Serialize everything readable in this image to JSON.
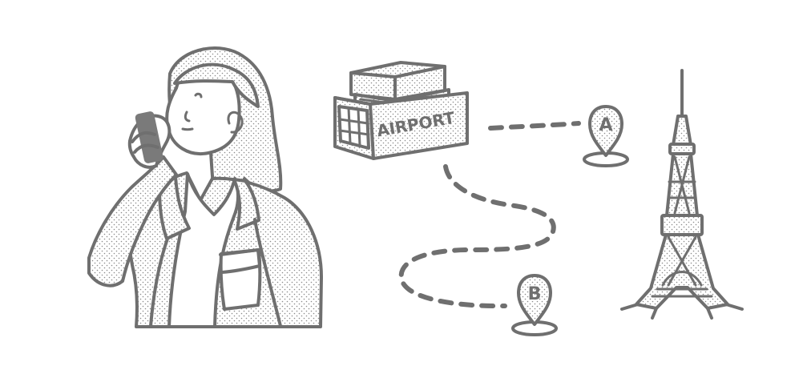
{
  "illustration": {
    "building_sign": "AIRPORT",
    "pin_a_label": "A",
    "pin_b_label": "B"
  },
  "colors": {
    "ink": "#6f6f6f",
    "background": "#ffffff",
    "stipple": "#8b8b8b"
  },
  "icons": {
    "woman": "woman-on-phone-illustration",
    "airport": "airport-building-icon",
    "pin_a": "map-pin-a-icon",
    "pin_b": "map-pin-b-icon",
    "tower": "tokyo-tower-icon",
    "route": "dashed-route-line"
  }
}
